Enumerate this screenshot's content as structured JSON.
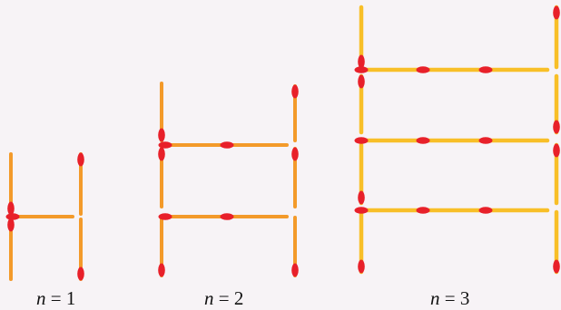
{
  "colors": {
    "background": "#f7f3f6",
    "fig1_stick": "#f39a2a",
    "fig2_stick": "#f39a2a",
    "fig3_stick": "#f8bf28",
    "match_head": "#e8202a"
  },
  "figures": [
    {
      "variable": "n",
      "equals": " = ",
      "value": "1",
      "rungs": 1
    },
    {
      "variable": "n",
      "equals": " = ",
      "value": "2",
      "rungs": 2
    },
    {
      "variable": "n",
      "equals": " = ",
      "value": "3",
      "rungs": 3
    }
  ]
}
